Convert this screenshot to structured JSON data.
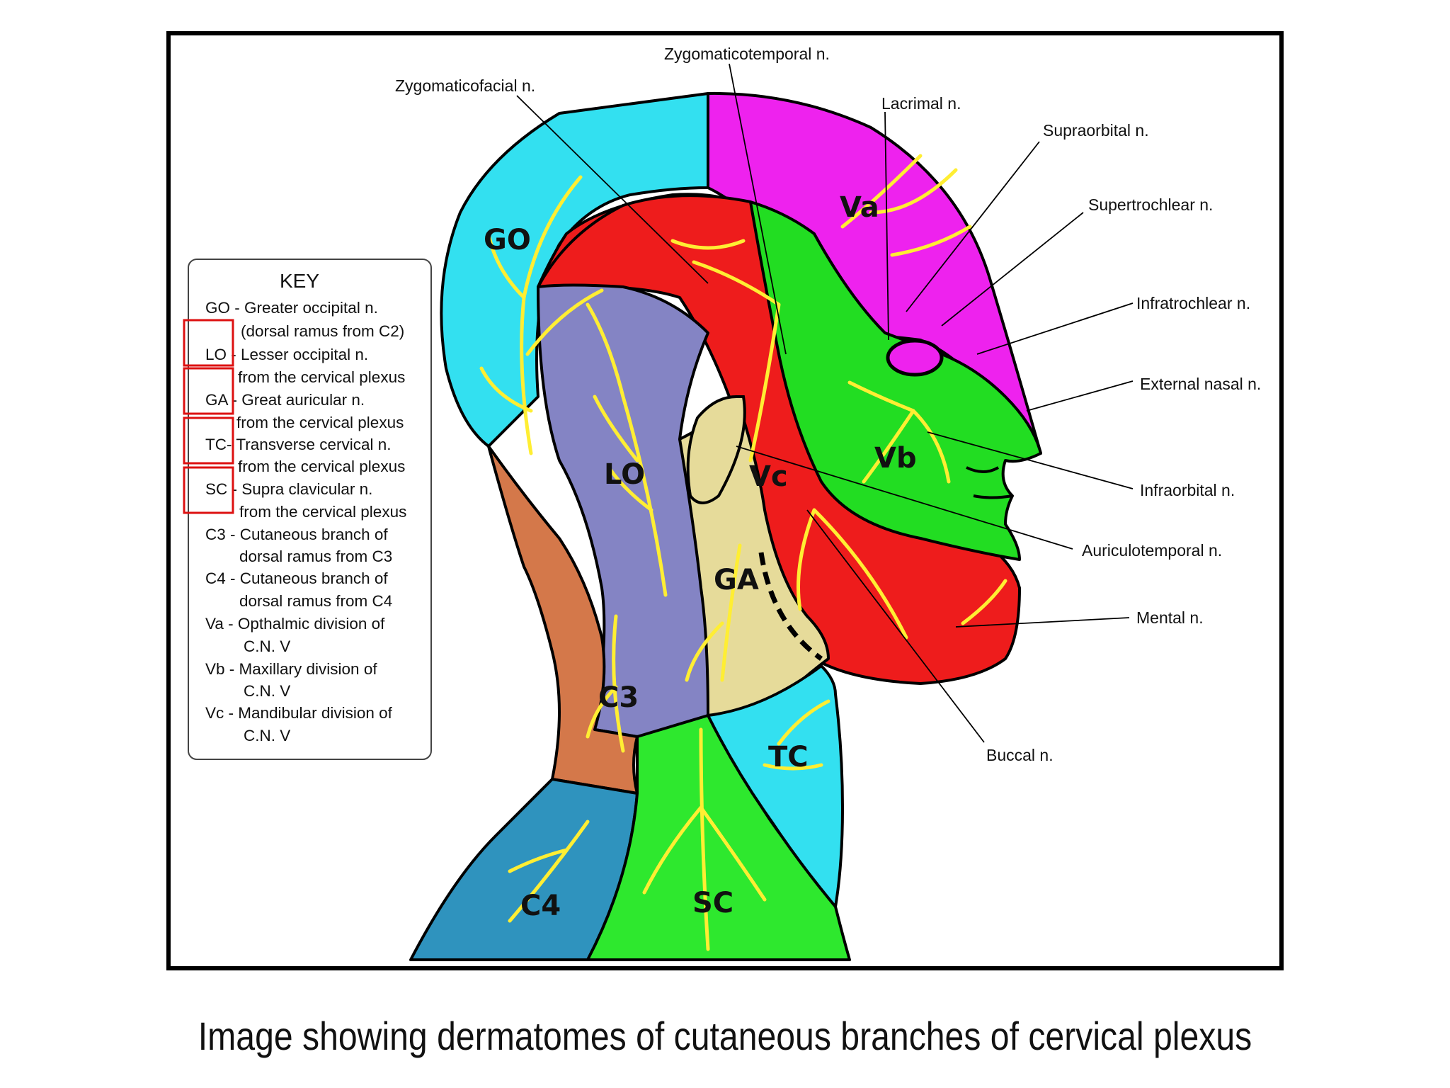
{
  "caption": "Image showing dermatomes of cutaneous branches of cervical plexus",
  "key": {
    "title": "KEY",
    "lines": [
      "GO - Greater occipital n.",
      "(dorsal ramus from C2)",
      "LO - Lesser occipital n.",
      "from the cervical plexus",
      "GA - Great auricular n.",
      "from the cervical plexus",
      "TC- Transverse cervical  n.",
      "from the cervical plexus",
      "SC - Supra clavicular n.",
      "from the cervical plexus",
      "C3 - Cutaneous branch of",
      "dorsal ramus from C3",
      "C4 - Cutaneous branch of",
      "dorsal ramus from C4",
      "Va - Opthalmic division of",
      "C.N. V",
      "Vb - Maxillary division of",
      "C.N. V",
      "Vc - Mandibular division of",
      "C.N. V"
    ]
  },
  "regions": {
    "GO": "GO",
    "LO": "LO",
    "GA": "GA",
    "C3": "C3",
    "C4": "C4",
    "TC": "TC",
    "SC": "SC",
    "Va": "Va",
    "Vb": "Vb",
    "Vc": "Vc"
  },
  "nerves": {
    "zygomaticotemporal": "Zygomaticotemporal n.",
    "zygomaticofacial": "Zygomaticofacial n.",
    "lacrimal": "Lacrimal n.",
    "supraorbital": "Supraorbital n.",
    "supratrochlear": "Supertrochlear n.",
    "infratrochlear": "Infratrochlear n.",
    "external_nasal": "External nasal n.",
    "infraorbital": "Infraorbital n.",
    "auriculotemporal": "Auriculotemporal n.",
    "mental": "Mental n.",
    "buccal": "Buccal n."
  },
  "colors": {
    "GO": "#33e0f0",
    "LO": "#8484c4",
    "GA": "#e6db9a",
    "C3": "#d4784a",
    "C4": "#2f93be",
    "SC": "#2ee82e",
    "TC": "#33e0f0",
    "Va": "#ee22ee",
    "Vb": "#22dd22",
    "Vc": "#ee1c1c",
    "nerve_branch": "#ffee33",
    "highlight_box": "#dd1111"
  }
}
